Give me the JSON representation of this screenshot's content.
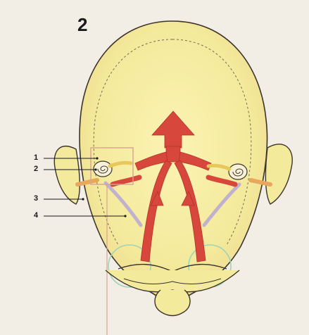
{
  "figure": {
    "number": "2",
    "callouts": [
      {
        "label": "1"
      },
      {
        "label": "2"
      },
      {
        "label": "3"
      },
      {
        "label": "4"
      }
    ]
  },
  "colors": {
    "skin": "#f4ea9c",
    "skin_edge": "#e6c98a",
    "outline": "#3a342c",
    "arrow_red": "#d8473c",
    "nerve_purple": "#b9a7d6",
    "highlight_box": "#d7a294",
    "cheek_green": "#9fd3b8",
    "background": "#f2ede5"
  }
}
